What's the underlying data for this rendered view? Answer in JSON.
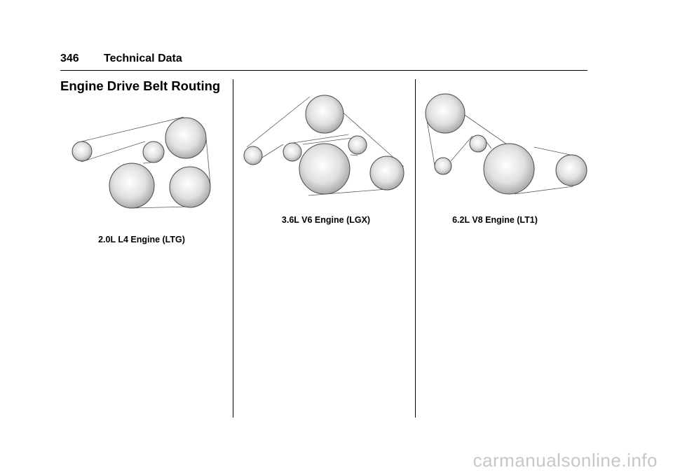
{
  "header": {
    "page_number": "346",
    "section": "Technical Data"
  },
  "section_title": "Engine Drive Belt Routing",
  "diagrams": [
    {
      "caption": "2.0L L4 Engine (LTG)"
    },
    {
      "caption": "3.6L V6 Engine (LGX)"
    },
    {
      "caption": "6.2L V8 Engine (LT1)"
    }
  ],
  "colors": {
    "text": "#000000",
    "pulley_highlight": "#ffffff",
    "pulley_shade": "#9a9a9a",
    "belt": "#5a5a5a",
    "watermark": "#c7c7c7"
  },
  "watermark": "carmanualsonline.info"
}
